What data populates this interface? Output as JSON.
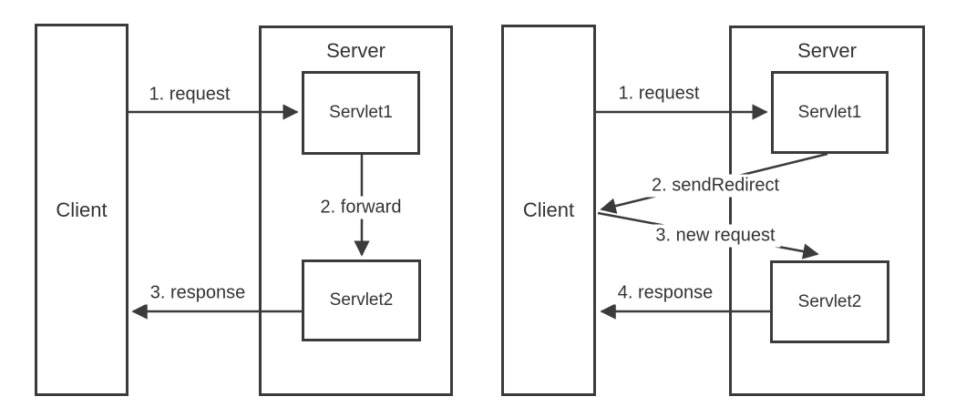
{
  "colors": {
    "line": "#3b3b3b",
    "text": "#333333",
    "background": "#ffffff"
  },
  "diagrams": [
    {
      "name": "forward",
      "client_label": "Client",
      "server_label": "Server",
      "servlet1_label": "Servlet1",
      "servlet2_label": "Servlet2",
      "arrows": [
        {
          "label": "1. request",
          "from": "Client",
          "to": "Servlet1"
        },
        {
          "label": "2. forward",
          "from": "Servlet1",
          "to": "Servlet2"
        },
        {
          "label": "3. response",
          "from": "Servlet2",
          "to": "Client"
        }
      ]
    },
    {
      "name": "sendRedirect",
      "client_label": "Client",
      "server_label": "Server",
      "servlet1_label": "Servlet1",
      "servlet2_label": "Servlet2",
      "arrows": [
        {
          "label": "1. request",
          "from": "Client",
          "to": "Servlet1"
        },
        {
          "label": "2. sendRedirect",
          "from": "Servlet1",
          "to": "Client"
        },
        {
          "label": "3. new request",
          "from": "Client",
          "to": "Servlet2"
        },
        {
          "label": "4. response",
          "from": "Servlet2",
          "to": "Client"
        }
      ]
    }
  ]
}
